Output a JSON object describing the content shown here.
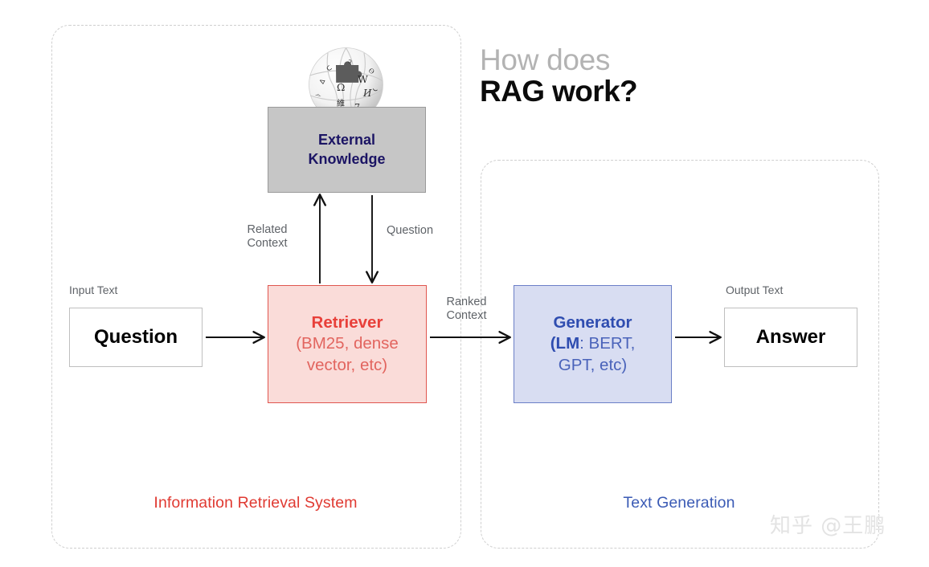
{
  "title": {
    "line1": "How does",
    "line2": "RAG work?"
  },
  "groups": {
    "information_retrieval": {
      "label": "Information Retrieval System",
      "color": "#e03a32"
    },
    "text_generation": {
      "label": "Text Generation",
      "color": "#3b5bb5"
    }
  },
  "nodes": {
    "external_knowledge": {
      "line1": "External",
      "line2": "Knowledge",
      "fill": "#c6c6c6",
      "text_color": "#1b1464",
      "icon": "wikipedia-globe-icon"
    },
    "retriever": {
      "title": "Retriever",
      "line2": "(BM25, dense",
      "line3": "vector, etc)",
      "fill": "#fadcd9",
      "border": "#e0564f",
      "title_color": "#e8403a",
      "body_color": "#e2655f"
    },
    "generator": {
      "title": "Generator",
      "line2_open": "(",
      "line2_bold": "LM",
      "line2_rest": ": BERT,",
      "line3": "GPT, etc)",
      "fill": "#d8ddf2",
      "border": "#6b7fc7",
      "title_color": "#2f4db0",
      "body_color": "#4a63ba"
    },
    "input": {
      "caption": "Input Text",
      "value": "Question"
    },
    "output": {
      "caption": "Output Text",
      "value": "Answer"
    }
  },
  "edges": {
    "related_context": {
      "line1": "Related",
      "line2": "Context"
    },
    "question": {
      "line1": "Question"
    },
    "ranked_context": {
      "line1": "Ranked",
      "line2": "Context"
    }
  },
  "watermark": {
    "text": "知乎 @王鹏"
  }
}
